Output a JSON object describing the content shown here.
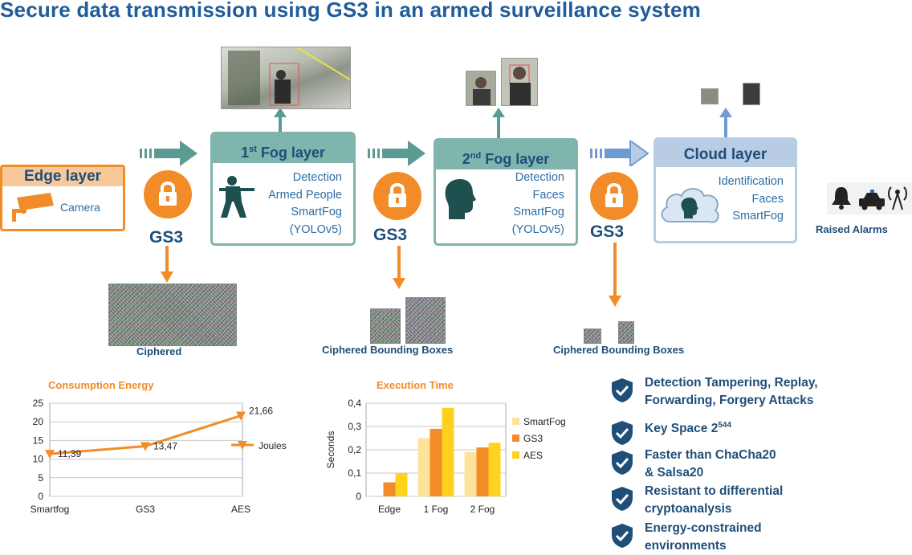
{
  "title": "Secure data transmission using GS3 in an armed surveillance system",
  "edge_layer": {
    "title": "Edge layer",
    "label": "Camera"
  },
  "fog1": {
    "title_prefix": "1",
    "title_sup": "st",
    "title_rest": " Fog layer",
    "lines": [
      "Detection",
      "Armed  People",
      "SmartFog",
      "(YOLOv5)"
    ]
  },
  "fog2": {
    "title_prefix": "2",
    "title_sup": "nd",
    "title_rest": " Fog layer",
    "lines": [
      "Detection",
      "Faces",
      "SmartFog",
      "(YOLOv5)"
    ]
  },
  "cloud": {
    "title": "Cloud layer",
    "lines": [
      "Identification",
      "Faces",
      "SmartFog"
    ]
  },
  "gs3_label": "GS3",
  "captions": {
    "ciphered": "Ciphered",
    "ciphered_boxes_1": "Ciphered Bounding Boxes",
    "ciphered_boxes_2": "Ciphered Bounding Boxes"
  },
  "alarms_label": "Raised Alarms",
  "colors": {
    "orange": "#f28c28",
    "teal": "#7fb5ad",
    "light_blue": "#b8cce4",
    "navy": "#1f4e79",
    "title_blue": "#1f5c99"
  },
  "icons": [
    "camera-icon",
    "lock-icon",
    "armed-person-icon",
    "head-icon",
    "cloud-icon",
    "bell-icon",
    "police-car-icon",
    "antenna-icon",
    "shield-check-icon"
  ],
  "bullets": [
    [
      "Detection Tampering, Replay,",
      "Forwarding, Forgery Attacks"
    ],
    [
      "Key Space 2",
      "544"
    ],
    [
      "Faster than ChaCha20",
      " & Salsa20"
    ],
    [
      "Resistant to differential",
      "cryptoanalysis"
    ],
    [
      "Energy-constrained",
      "environments"
    ]
  ],
  "chart_data": [
    {
      "type": "line",
      "title": "Consumption Energy",
      "categories": [
        "Smartfog",
        "GS3",
        "AES"
      ],
      "series": [
        {
          "name": "Joules",
          "values": [
            11.39,
            13.47,
            21.66
          ],
          "labels": [
            "11,39",
            "13,47",
            "21,66"
          ]
        }
      ],
      "ylim": [
        0,
        25
      ],
      "yticks": [
        "0",
        "5",
        "10",
        "15",
        "20",
        "25"
      ],
      "grid": true,
      "legend": "right"
    },
    {
      "type": "bar",
      "title": "Execution Time",
      "ylabel": "Seconds",
      "categories": [
        "Edge",
        "1 Fog",
        "2 Fog"
      ],
      "series": [
        {
          "name": "SmartFog",
          "values": [
            0,
            0.25,
            0.19
          ],
          "color": "#fde39a"
        },
        {
          "name": "GS3",
          "values": [
            0.06,
            0.29,
            0.21
          ],
          "color": "#f28c28"
        },
        {
          "name": "AES",
          "values": [
            0.1,
            0.38,
            0.23
          ],
          "color": "#ffd21f"
        }
      ],
      "ylim": [
        0,
        0.4
      ],
      "yticks": [
        "0",
        "0,1",
        "0,2",
        "0,3",
        "0,4"
      ],
      "grid": true,
      "legend": "right"
    }
  ]
}
